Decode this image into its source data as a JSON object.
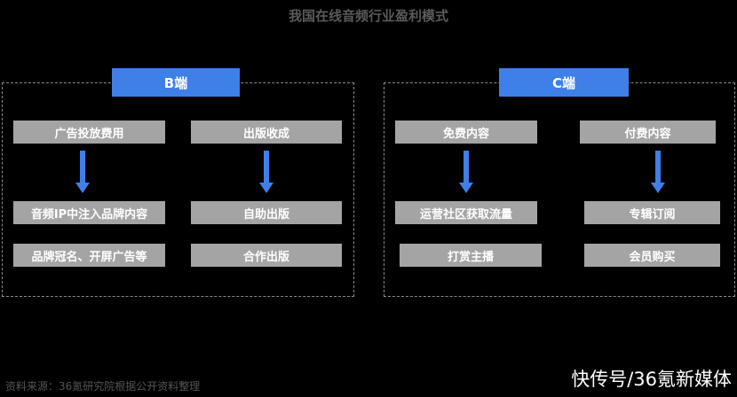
{
  "title": "我国在线音频行业盈利模式",
  "b_side": {
    "label": "B端",
    "col1": [
      "广告投放费用",
      "音频IP中注入品牌内容",
      "品牌冠名、开屏广告等"
    ],
    "col2": [
      "出版收成",
      "自助出版",
      "合作出版"
    ]
  },
  "c_side": {
    "label": "C端",
    "col1": [
      "免费内容",
      "运营社区获取流量",
      "打赏主播"
    ],
    "col2": [
      "付费内容",
      "专辑订阅",
      "会员购买"
    ]
  },
  "footer": "资料来源：36氪研究院根据公开资料整理",
  "watermark": "快传号/36氪新媒体",
  "colors": {
    "accent": "#3f7fe8",
    "box": "#a4a4a4",
    "background": "#000000"
  }
}
